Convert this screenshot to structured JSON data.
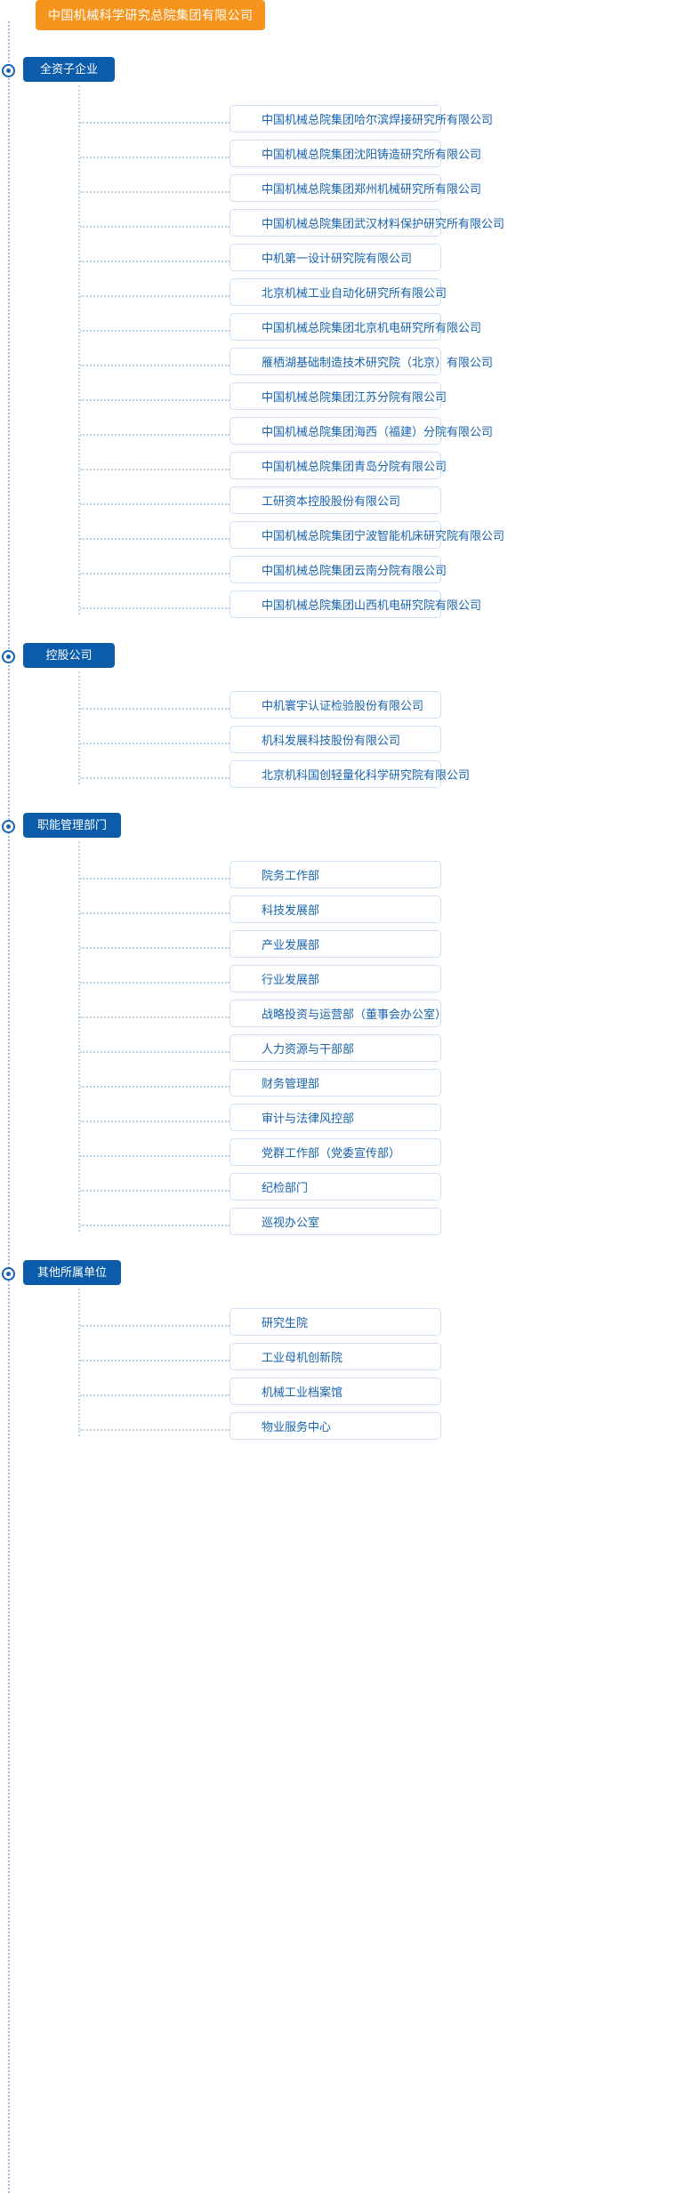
{
  "root": {
    "label": "中国机械科学研究总院集团有限公司",
    "color": "#f7941d"
  },
  "theme": {
    "section_color": "#0b5cab",
    "item_text_color": "#1763b0",
    "item_border_color": "#cfe0f2",
    "line_color": "#bcd4ec",
    "bullet_color": "#1763b0"
  },
  "sections": [
    {
      "label": "全资子企业",
      "items": [
        {
          "label": "中国机械总院集团哈尔滨焊接研究所有限公司"
        },
        {
          "label": "中国机械总院集团沈阳铸造研究所有限公司"
        },
        {
          "label": "中国机械总院集团郑州机械研究所有限公司"
        },
        {
          "label": "中国机械总院集团武汉材料保护研究所有限公司"
        },
        {
          "label": "中机第一设计研究院有限公司"
        },
        {
          "label": "北京机械工业自动化研究所有限公司"
        },
        {
          "label": "中国机械总院集团北京机电研究所有限公司"
        },
        {
          "label": "雁栖湖基础制造技术研究院（北京）有限公司"
        },
        {
          "label": "中国机械总院集团江苏分院有限公司"
        },
        {
          "label": "中国机械总院集团海西（福建）分院有限公司"
        },
        {
          "label": "中国机械总院集团青岛分院有限公司"
        },
        {
          "label": "工研资本控股股份有限公司"
        },
        {
          "label": "中国机械总院集团宁波智能机床研究院有限公司"
        },
        {
          "label": "中国机械总院集团云南分院有限公司"
        },
        {
          "label": "中国机械总院集团山西机电研究院有限公司"
        }
      ]
    },
    {
      "label": "控股公司",
      "items": [
        {
          "label": "中机寰宇认证检验股份有限公司"
        },
        {
          "label": "机科发展科技股份有限公司"
        },
        {
          "label": "北京机科国创轻量化科学研究院有限公司"
        }
      ]
    },
    {
      "label": "职能管理部门",
      "items": [
        {
          "label": "院务工作部"
        },
        {
          "label": "科技发展部"
        },
        {
          "label": "产业发展部"
        },
        {
          "label": "行业发展部"
        },
        {
          "label": "战略投资与运营部（董事会办公室）"
        },
        {
          "label": "人力资源与干部部"
        },
        {
          "label": "财务管理部"
        },
        {
          "label": "审计与法律风控部"
        },
        {
          "label": "党群工作部（党委宣传部）"
        },
        {
          "label": "纪检部门"
        },
        {
          "label": "巡视办公室"
        }
      ]
    },
    {
      "label": "其他所属单位",
      "items": [
        {
          "label": "研究生院"
        },
        {
          "label": "工业母机创新院"
        },
        {
          "label": "机械工业档案馆"
        },
        {
          "label": "物业服务中心"
        }
      ]
    }
  ]
}
